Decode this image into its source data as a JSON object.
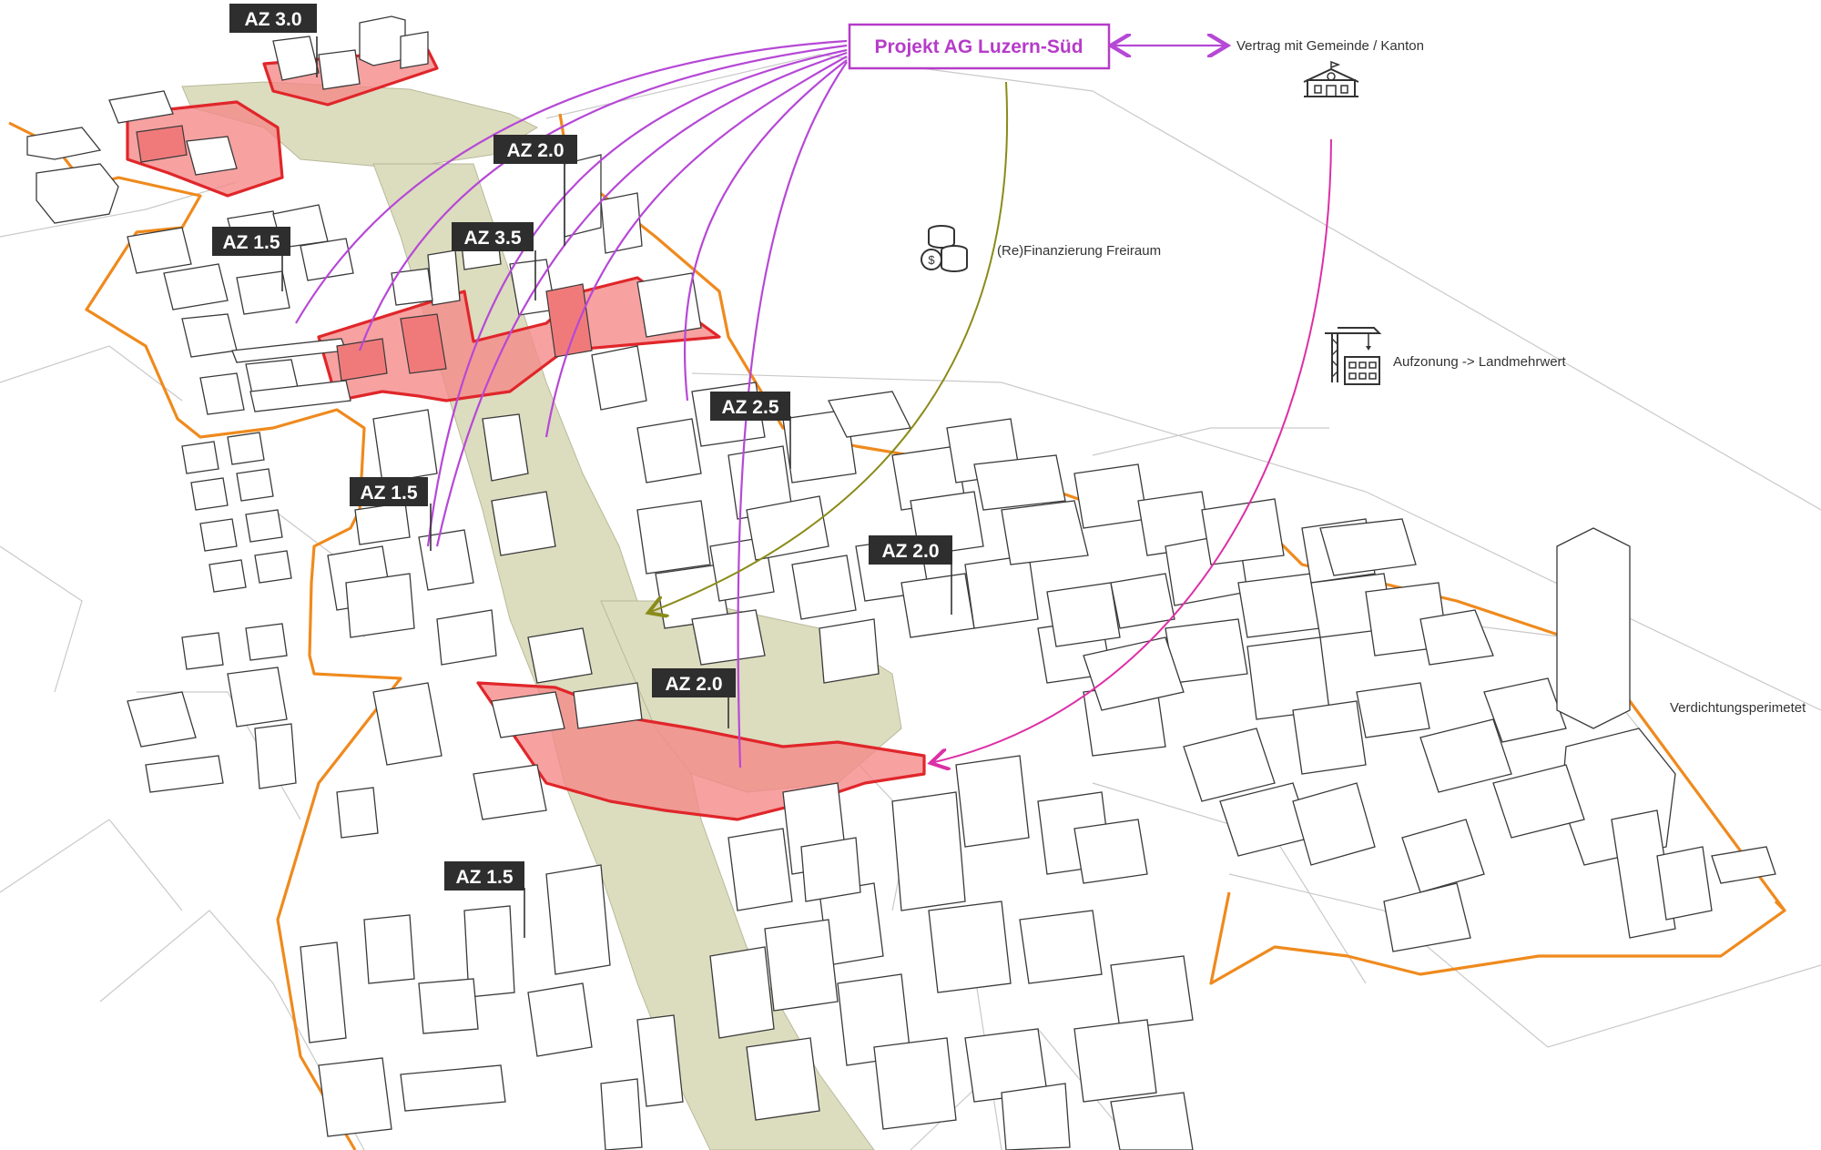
{
  "project": {
    "title": "Projekt AG Luzern-Süd",
    "contract": "Vertrag mit Gemeinde / Kanton",
    "finance": "(Re)Finanzierung Freiraum",
    "upzoning": "Aufzonung -> Landmehrwert",
    "perimeter": "Verdichtungsperimetet"
  },
  "zones": [
    {
      "label": "AZ 3.0"
    },
    {
      "label": "AZ 2.0"
    },
    {
      "label": "AZ 1.5"
    },
    {
      "label": "AZ 3.5"
    },
    {
      "label": "AZ 2.5"
    },
    {
      "label": "AZ 1.5"
    },
    {
      "label": "AZ 2.0"
    },
    {
      "label": "AZ 2.0"
    },
    {
      "label": "AZ 1.5"
    }
  ],
  "colors": {
    "zone_fill": "#f58a8a",
    "zone_border": "#e0262a",
    "perimeter": "#ef8a1d",
    "park": "#dcdcbf",
    "project_link": "#b648d6",
    "finance_link": "#8b8b1a",
    "upzoning_link": "#dc2fa6"
  },
  "icons": [
    "town-hall-icon",
    "coins-icon",
    "construction-crane-icon"
  ]
}
